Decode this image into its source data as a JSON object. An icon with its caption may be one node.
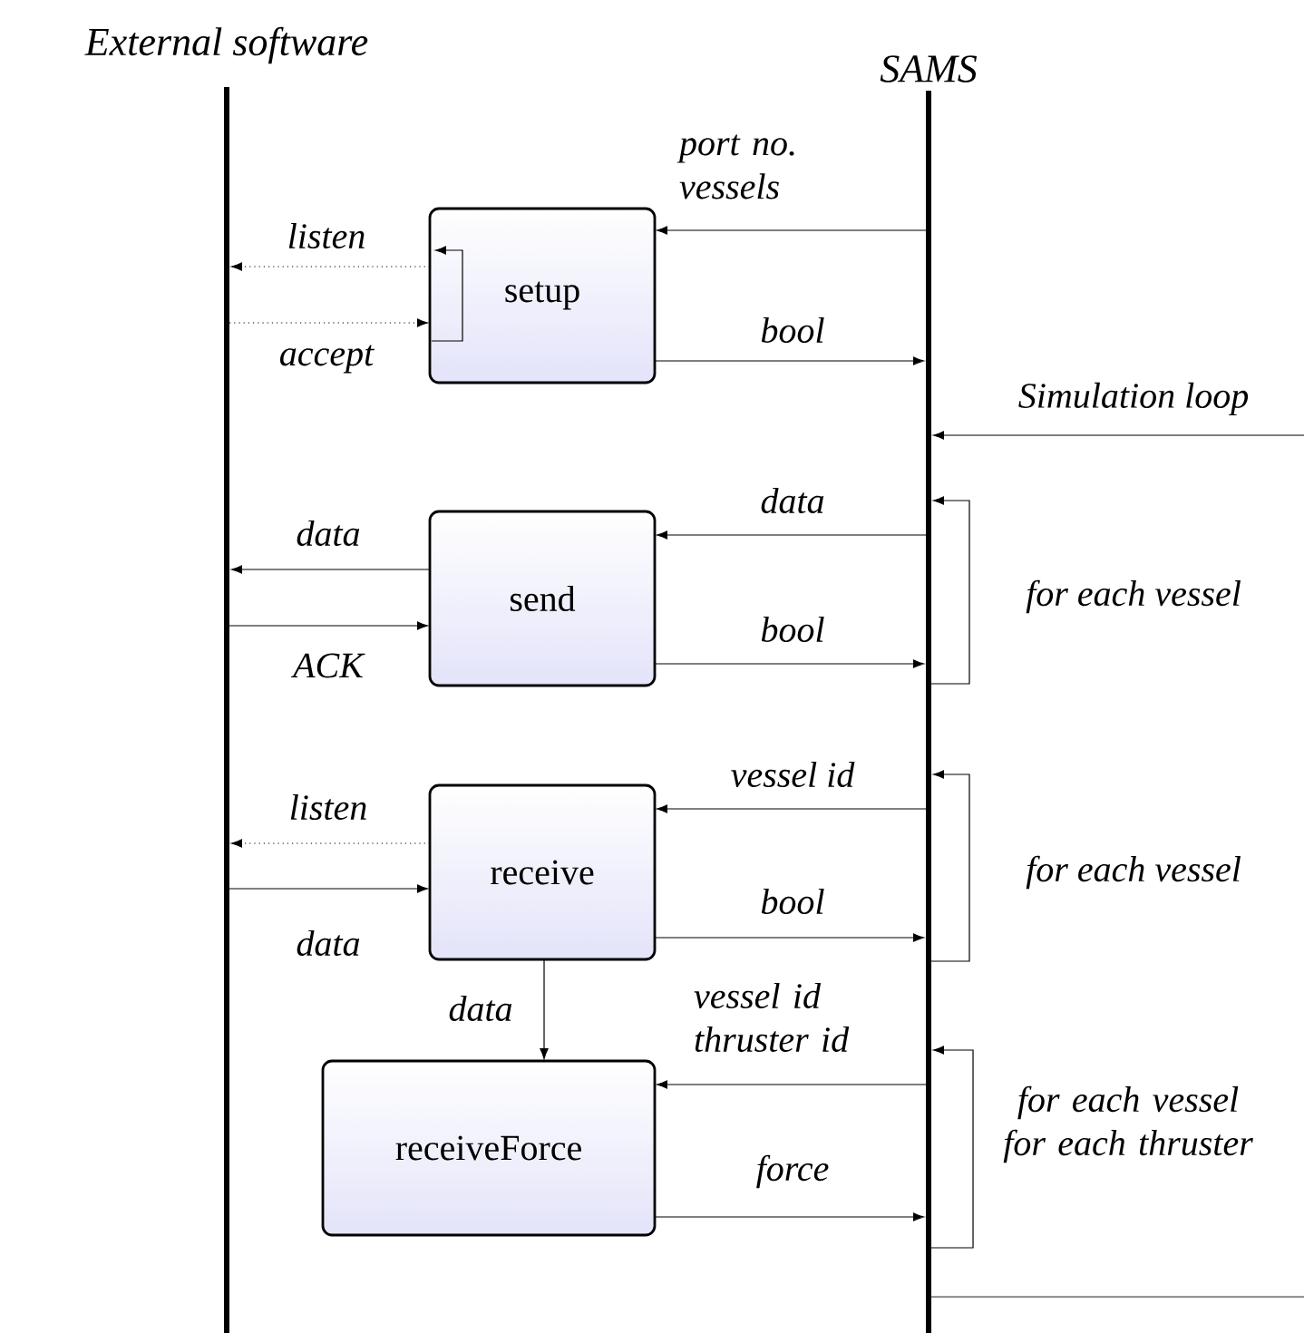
{
  "diagram": {
    "nodes": [
      {
        "text": [
          "External software"
        ]
      },
      {
        "text": [
          "SAMS"
        ]
      },
      {
        "text": [
          "setup"
        ]
      },
      {
        "text": [
          "send"
        ]
      },
      {
        "text": [
          "receive"
        ]
      },
      {
        "text": [
          "receiveForce"
        ]
      }
    ],
    "edges": [
      {
        "from": 1,
        "to": 2,
        "arrow": "to",
        "label": "port no. vessels"
      },
      {
        "from": 2,
        "to": 0,
        "arrow": "to",
        "label": "listen",
        "style": "dashed"
      },
      {
        "from": 0,
        "to": 2,
        "arrow": "to",
        "label": "accept",
        "style": "dashed"
      },
      {
        "from": 2,
        "to": 1,
        "arrow": "to",
        "label": "bool"
      },
      {
        "from": null,
        "to": 1,
        "arrow": "to",
        "label": "Simulation loop"
      },
      {
        "from": 1,
        "to": 3,
        "arrow": "to",
        "label": "data"
      },
      {
        "from": 3,
        "to": 0,
        "arrow": "to",
        "label": "data"
      },
      {
        "from": 0,
        "to": 3,
        "arrow": "to",
        "label": "ACK"
      },
      {
        "from": 3,
        "to": 1,
        "arrow": "to",
        "label": "bool"
      },
      {
        "from": 1,
        "to": 1,
        "arrow": "to",
        "label": "for each vessel"
      },
      {
        "from": 1,
        "to": 4,
        "arrow": "to",
        "label": "vessel id"
      },
      {
        "from": 4,
        "to": 0,
        "arrow": "to",
        "label": "listen",
        "style": "dashed"
      },
      {
        "from": 0,
        "to": 4,
        "arrow": "to",
        "label": "data"
      },
      {
        "from": 4,
        "to": 1,
        "arrow": "to",
        "label": "bool"
      },
      {
        "from": 1,
        "to": 1,
        "arrow": "to",
        "label": "for each vessel"
      },
      {
        "from": 4,
        "to": 5,
        "arrow": "to",
        "label": "data"
      },
      {
        "from": 1,
        "to": 5,
        "arrow": "to",
        "label": "vessel id thruster id"
      },
      {
        "from": 5,
        "to": 1,
        "arrow": "to",
        "label": "force"
      },
      {
        "from": 1,
        "to": 1,
        "arrow": "to",
        "label": "for each vessel for each thruster"
      },
      {
        "from": 1,
        "to": null,
        "arrow": "none"
      }
    ]
  }
}
